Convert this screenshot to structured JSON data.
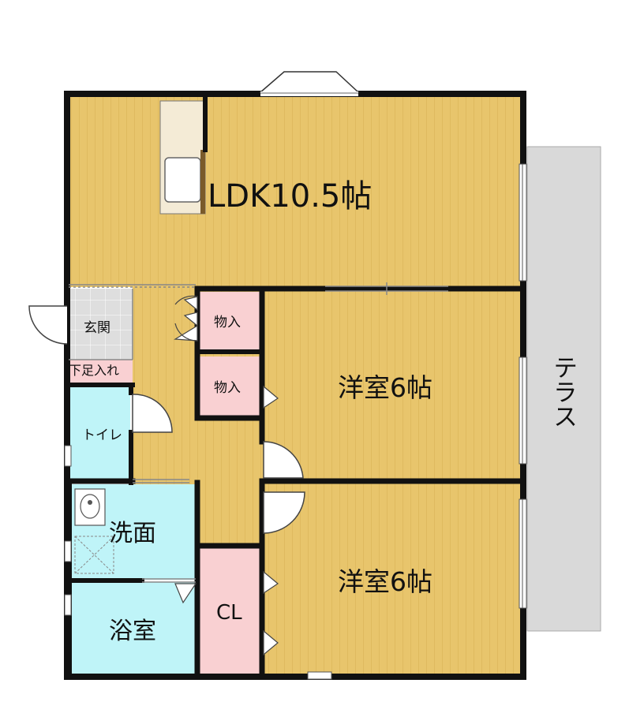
{
  "rooms": {
    "ldk": "LDK10.5帖",
    "western_room_upper": "洋室6帖",
    "western_room_lower": "洋室6帖",
    "terrace": "テラス",
    "entrance": "玄関",
    "shoe_storage": "下足入れ",
    "toilet": "トイレ",
    "washroom": "洗面",
    "bathroom": "浴室",
    "closet": "CL",
    "storage_upper": "物入",
    "storage_lower": "物入"
  },
  "colors": {
    "wood_floor": "#e8c56c",
    "wood_line": "#d8b255",
    "wall": "#111111",
    "wet_area": "#bff4f8",
    "storage": "#f9d0d2",
    "terrace": "#d9d9d9",
    "entrance_tile": "#dcdcdc"
  }
}
